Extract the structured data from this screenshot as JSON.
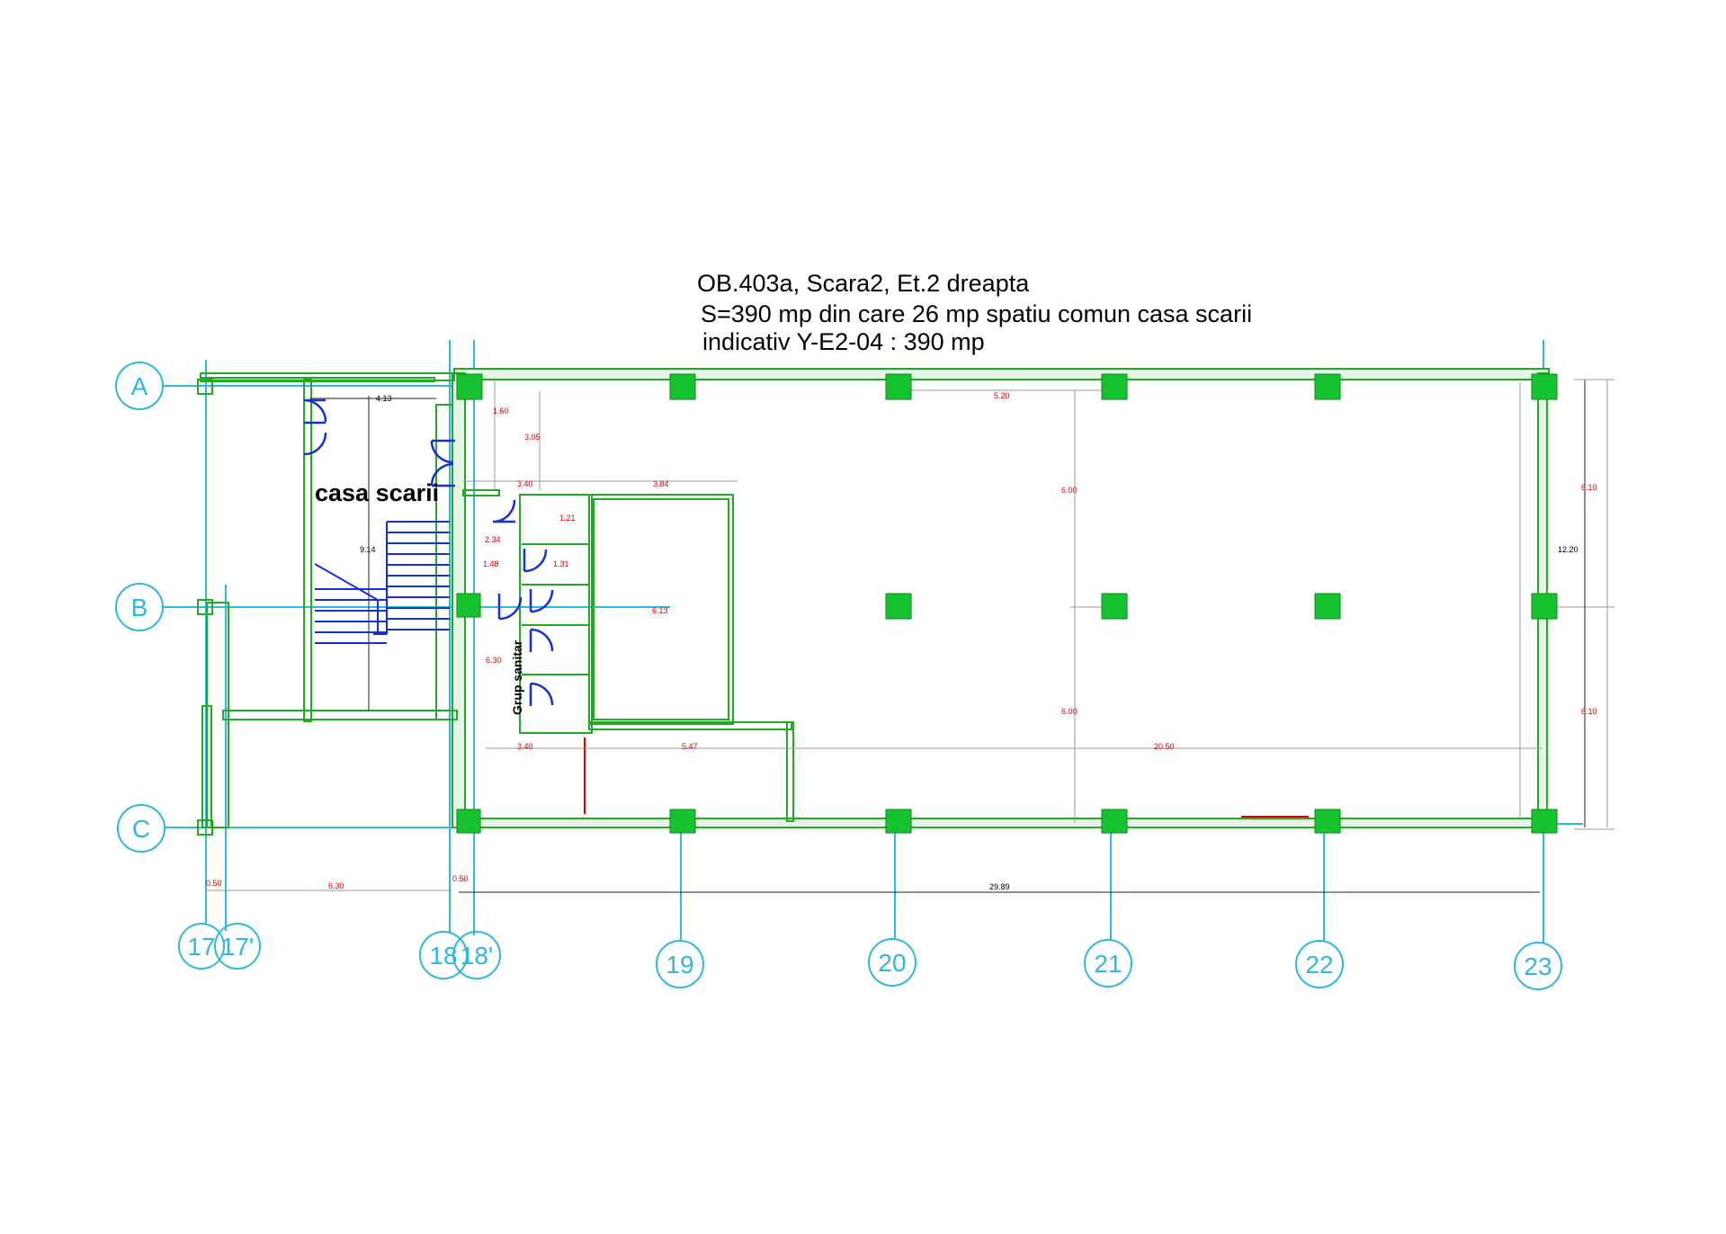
{
  "title": {
    "line1": "OB.403a, Scara2, Et.2 dreapta",
    "line2": "S=390 mp din care 26 mp spatiu comun casa scarii",
    "line3": "indicativ Y-E2-04 : 390 mp"
  },
  "rooms": {
    "stair": "casa scarii",
    "wc": "Grup sanitar"
  },
  "axes": {
    "rows": [
      "A",
      "B",
      "C"
    ],
    "cols": [
      "17",
      "17'",
      "18",
      "18'",
      "19",
      "20",
      "21",
      "22",
      "23"
    ]
  },
  "dims": {
    "d_413": "4.13",
    "d_160": "1.60",
    "d_305": "3.05",
    "d_520": "5.20",
    "d_340_top": "3.40",
    "d_384": "3.84",
    "d_121": "1.21",
    "d_234": "2.34",
    "d_148": "1.48",
    "d_131": "1.31",
    "d_914": "9.14",
    "d_613": "6.13",
    "d_630": "6.30",
    "d_600_top": "6.00",
    "d_600_bot": "6.00",
    "d_610_top": "6.10",
    "d_610_bot": "6.10",
    "d_1220": "12.20",
    "d_340_bot": "3.40",
    "d_547": "5.47",
    "d_2050": "20.50",
    "d_050_a": "0.50",
    "d_630_b": "6.30",
    "d_050_b": "0.50",
    "d_2989": "29.89"
  },
  "colors": {
    "wall": "#22aa22",
    "column": "#16c22f",
    "grid": "#2fb7e0",
    "door": "#1530d8",
    "dimension": "#e00000"
  }
}
